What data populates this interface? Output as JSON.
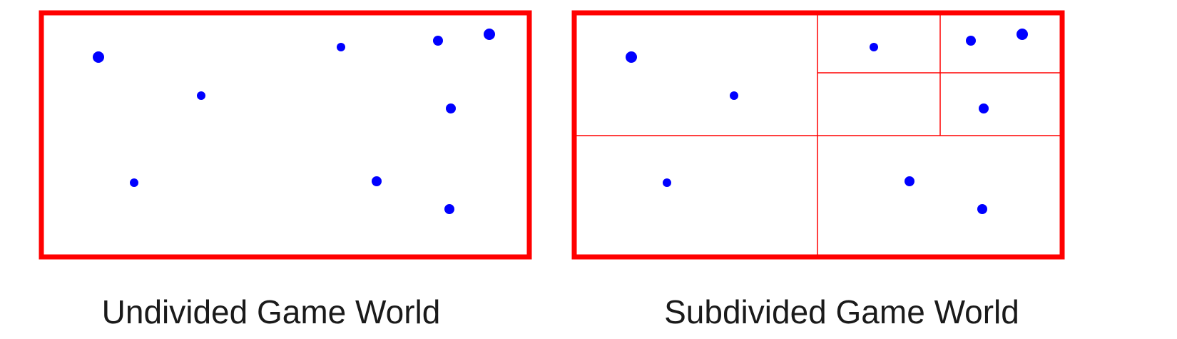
{
  "colors": {
    "border": "#ff0000",
    "dot": "#0000ff",
    "background": "#ffffff",
    "caption": "#1a1a1a"
  },
  "panels": [
    {
      "id": "undivided",
      "caption": "Undivided Game World",
      "subdivided": false
    },
    {
      "id": "subdivided",
      "caption": "Subdivided Game World",
      "subdivided": true
    }
  ],
  "entities": [
    {
      "name": "entity-1",
      "size": "large"
    },
    {
      "name": "entity-2",
      "size": "small"
    },
    {
      "name": "entity-3",
      "size": "small"
    },
    {
      "name": "entity-4",
      "size": "medium"
    },
    {
      "name": "entity-5",
      "size": "large"
    },
    {
      "name": "entity-6",
      "size": "medium"
    },
    {
      "name": "entity-7",
      "size": "small"
    },
    {
      "name": "entity-8",
      "size": "medium"
    },
    {
      "name": "entity-9",
      "size": "medium"
    }
  ]
}
